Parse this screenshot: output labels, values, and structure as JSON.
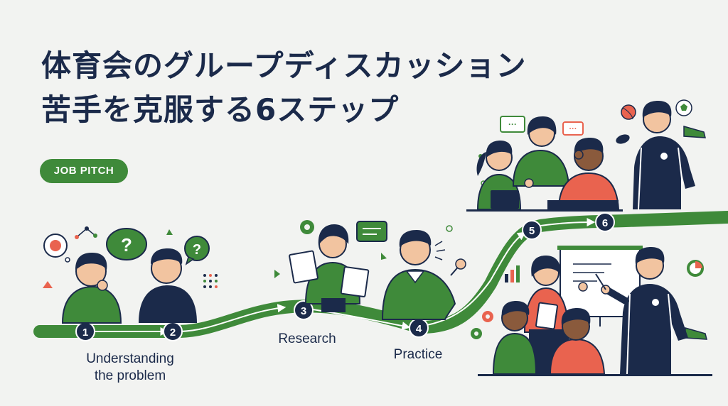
{
  "header": {
    "title_line1": "体育会のグループディスカッション",
    "title_line2": "苦手を克服する6ステップ",
    "badge": "JOB PITCH"
  },
  "steps": [
    {
      "number": "1",
      "label": "Understanding the problem"
    },
    {
      "number": "2",
      "label": ""
    },
    {
      "number": "3",
      "label": "Research"
    },
    {
      "number": "4",
      "label": "Practice"
    },
    {
      "number": "5",
      "label": ""
    },
    {
      "number": "6",
      "label": ""
    }
  ],
  "bubbles": {
    "question_mark": "?",
    "ellipsis": "···"
  },
  "colors": {
    "background": "#f2f3f1",
    "primary_green": "#3f8a3a",
    "navy": "#1b2a4a",
    "coral": "#e9634f"
  }
}
